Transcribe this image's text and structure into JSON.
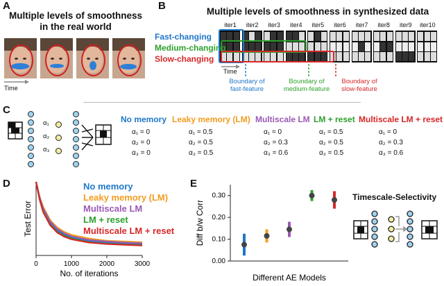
{
  "panel_a": {
    "letter": "A",
    "title_line1": "Multiple levels of smoothness",
    "title_line2": "in the real world",
    "time_label": "Time"
  },
  "panel_b": {
    "letter": "B",
    "title": "Multiple levels of smoothness in synthesized data",
    "iterations": [
      "iter1",
      "iter2",
      "iter3",
      "iter4",
      "iter5",
      "iter6",
      "iter7",
      "iter8",
      "iter9",
      "iter10"
    ],
    "legend": {
      "fast": "Fast-changing",
      "medium": "Medium-changing",
      "slow": "Slow-changing"
    },
    "time_label": "Time",
    "boundaries": {
      "fast_line1": "Boundary of",
      "fast_line2": "fast-feature",
      "medium_line1": "Boundary of",
      "medium_line2": "medium-feature",
      "slow_line1": "Boundary of",
      "slow_line2": "slow-feature"
    },
    "colors": {
      "fast": "#1f77c9",
      "medium": "#2ca02c",
      "slow": "#d62728"
    }
  },
  "panel_c": {
    "letter": "C",
    "alpha_labels": [
      "α₁",
      "α₂",
      "α₃"
    ],
    "models": [
      {
        "name": "No memory",
        "color": "#1f77c9",
        "rows": [
          "α₁ = 0",
          "α₂ = 0",
          "α₃ = 0"
        ]
      },
      {
        "name": "Leaky memory (LM)",
        "color": "#f39c1f",
        "rows": [
          "α₁ = 0.5",
          "α₂ = 0.5",
          "α₃ = 0.5"
        ]
      },
      {
        "name": "Multiscale LM",
        "color": "#9b59b6",
        "rows": [
          "α₁ = 0",
          "α₂ = 0.3",
          "α₃ = 0.6"
        ]
      },
      {
        "name": "LM + reset",
        "color": "#2ca02c",
        "rows": [
          "α₁ = 0.5",
          "α₂ = 0.5",
          "α₃ = 0.5"
        ]
      },
      {
        "name": "Multiscale LM + reset",
        "color": "#d62728",
        "rows": [
          "α₁ = 0",
          "α₂ = 0.3",
          "α₃ = 0.6"
        ]
      }
    ]
  },
  "chart_data": [
    {
      "type": "line",
      "panel": "D",
      "xlabel": "No. of iterations",
      "ylabel": "Test Error",
      "xlim": [
        0,
        3000
      ],
      "xticks": [
        "0",
        "1000",
        "2000",
        "3000"
      ],
      "x": [
        0,
        100,
        200,
        400,
        600,
        800,
        1000,
        1500,
        2000,
        2500,
        3000
      ],
      "series": [
        {
          "name": "No memory",
          "color": "#1f77c9",
          "values": [
            1.0,
            0.78,
            0.62,
            0.44,
            0.34,
            0.28,
            0.24,
            0.19,
            0.17,
            0.16,
            0.15
          ]
        },
        {
          "name": "Leaky memory (LM)",
          "color": "#f39c1f",
          "values": [
            1.0,
            0.8,
            0.66,
            0.48,
            0.38,
            0.32,
            0.28,
            0.23,
            0.2,
            0.19,
            0.18
          ]
        },
        {
          "name": "Multiscale LM",
          "color": "#9b59b6",
          "values": [
            1.0,
            0.79,
            0.64,
            0.46,
            0.36,
            0.3,
            0.26,
            0.21,
            0.19,
            0.175,
            0.165
          ]
        },
        {
          "name": "LM + reset",
          "color": "#2ca02c",
          "values": [
            1.0,
            0.77,
            0.6,
            0.42,
            0.32,
            0.265,
            0.23,
            0.18,
            0.16,
            0.15,
            0.14
          ]
        },
        {
          "name": "Multiscale LM + reset",
          "color": "#d62728",
          "values": [
            1.0,
            0.76,
            0.59,
            0.41,
            0.31,
            0.255,
            0.22,
            0.175,
            0.155,
            0.145,
            0.135
          ]
        }
      ]
    },
    {
      "type": "scatter",
      "panel": "E",
      "xlabel": "Different AE Models",
      "ylabel": "Diff b/w Corr",
      "ylim": [
        0,
        0.35
      ],
      "yticks": [
        "0.00",
        "0.10",
        "0.20",
        "0.30"
      ],
      "categories": [
        "No memory",
        "Leaky memory (LM)",
        "Multiscale LM",
        "LM + reset",
        "Multiscale LM + reset"
      ],
      "values": [
        0.075,
        0.115,
        0.145,
        0.3,
        0.28
      ],
      "error": [
        0.05,
        0.03,
        0.035,
        0.025,
        0.04
      ],
      "colors": [
        "#1f77c9",
        "#f39c1f",
        "#9b59b6",
        "#2ca02c",
        "#d62728"
      ]
    }
  ],
  "panel_d": {
    "letter": "D"
  },
  "panel_e": {
    "letter": "E",
    "side_title": "Timescale-Selectivity"
  }
}
